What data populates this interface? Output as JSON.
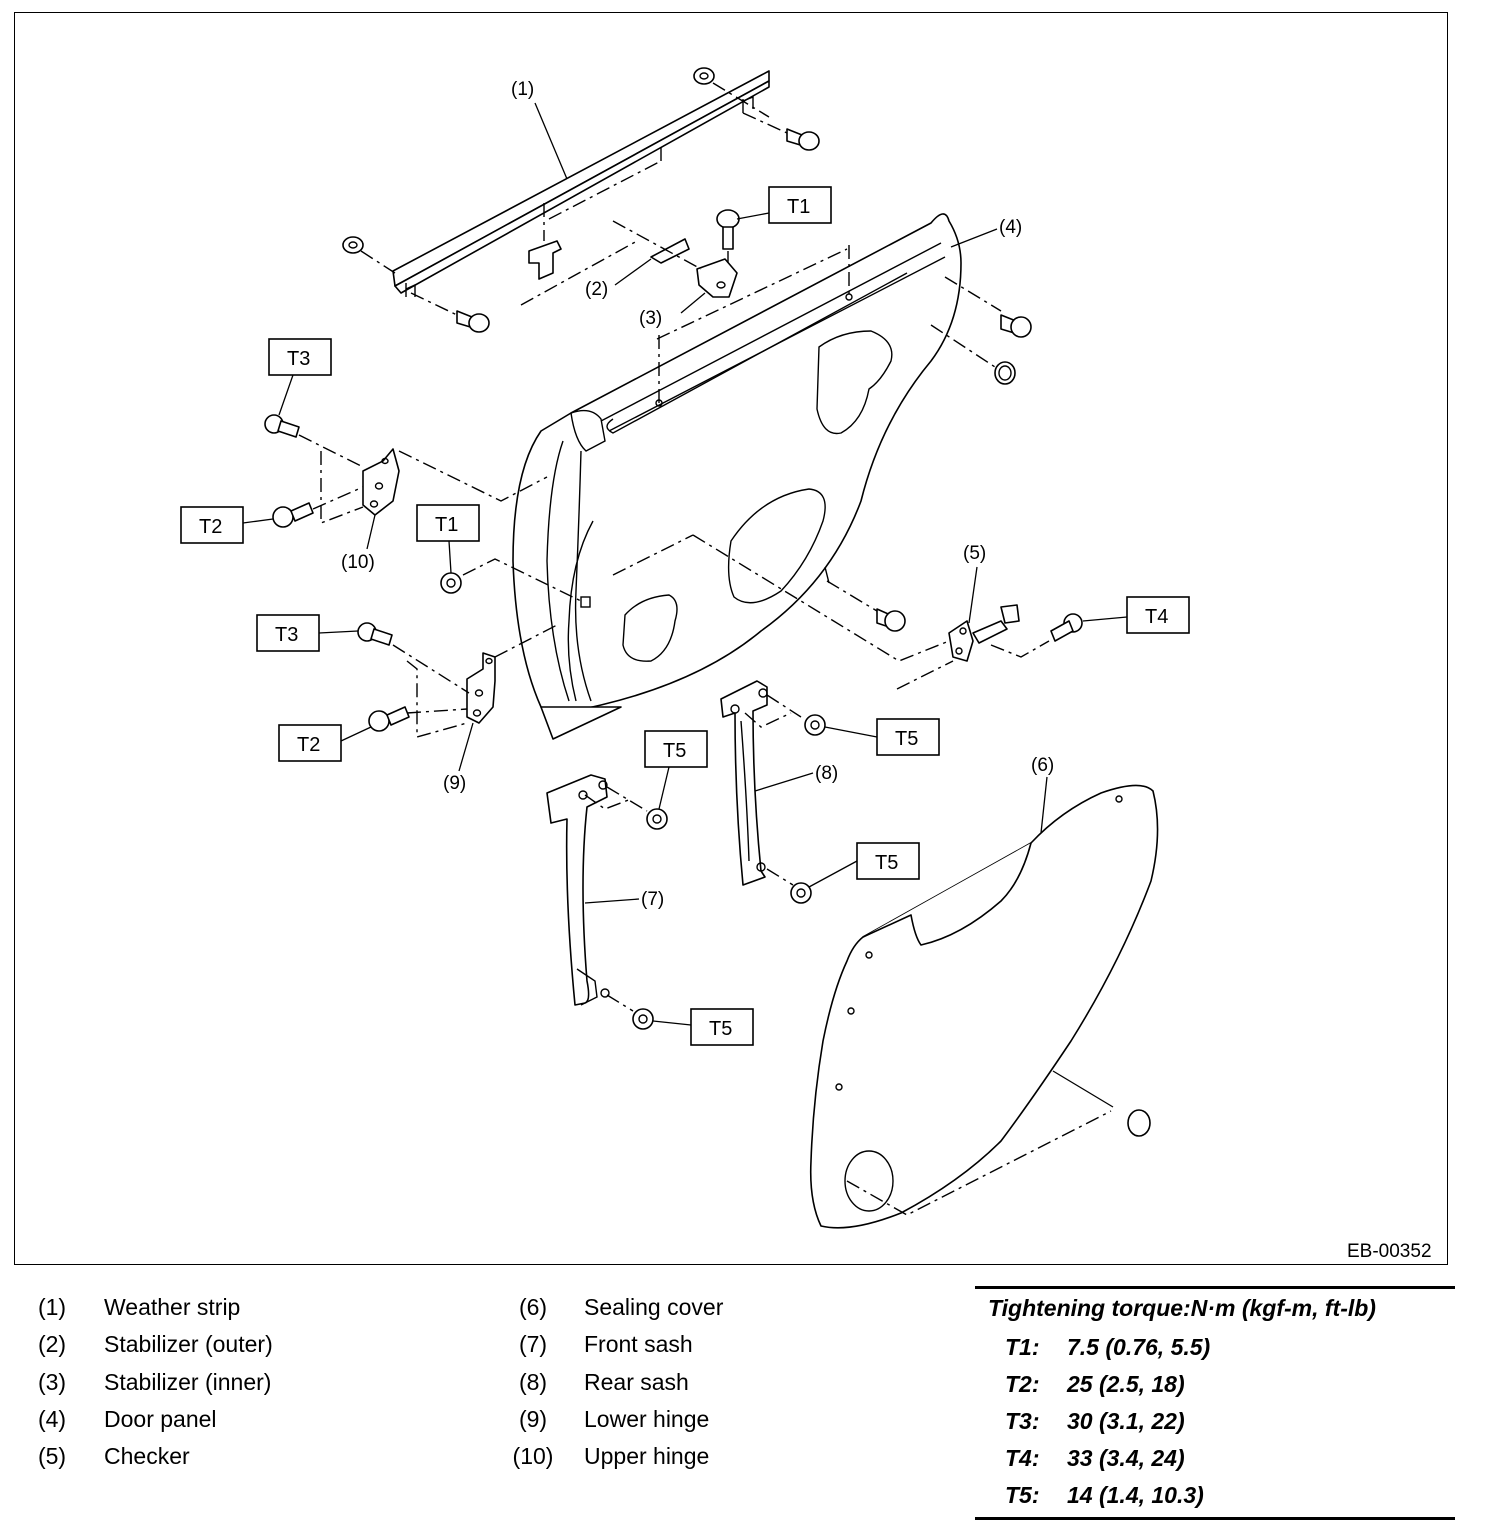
{
  "diagram": {
    "code": "EB-00352",
    "callouts": [
      "(1)",
      "(2)",
      "(3)",
      "(4)",
      "(5)",
      "(6)",
      "(7)",
      "(8)",
      "(9)",
      "(10)"
    ],
    "torque_tags": {
      "t1": "T1",
      "t2": "T2",
      "t3": "T3",
      "t4": "T4",
      "t5": "T5"
    }
  },
  "legend": {
    "left": [
      {
        "num": "(1)",
        "name": "Weather strip"
      },
      {
        "num": "(2)",
        "name": "Stabilizer (outer)"
      },
      {
        "num": "(3)",
        "name": "Stabilizer (inner)"
      },
      {
        "num": "(4)",
        "name": "Door panel"
      },
      {
        "num": "(5)",
        "name": "Checker"
      }
    ],
    "right": [
      {
        "num": "(6)",
        "name": "Sealing cover"
      },
      {
        "num": "(7)",
        "name": "Front sash"
      },
      {
        "num": "(8)",
        "name": "Rear sash"
      },
      {
        "num": "(9)",
        "name": "Lower hinge"
      },
      {
        "num": "(10)",
        "name": "Upper hinge"
      }
    ]
  },
  "torque": {
    "title": "Tightening torque:N·m (kgf-m, ft-lb)",
    "rows": [
      {
        "code": "T1:",
        "value": "7.5 (0.76, 5.5)"
      },
      {
        "code": "T2:",
        "value": "25 (2.5, 18)"
      },
      {
        "code": "T3:",
        "value": "30 (3.1, 22)"
      },
      {
        "code": "T4:",
        "value": "33 (3.4, 24)"
      },
      {
        "code": "T5:",
        "value": "14 (1.4, 10.3)"
      }
    ]
  }
}
